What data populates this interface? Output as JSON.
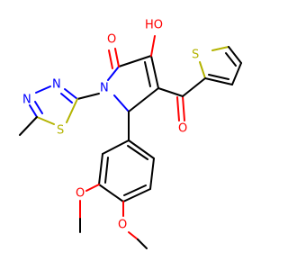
{
  "molecule": {
    "background": "#ffffff",
    "colors": {
      "carbon_bond": "#000000",
      "oxygen": "#ff0000",
      "nitrogen": "#0000ff",
      "sulfur": "#b3b300"
    },
    "atom_labels": {
      "ring_carbonyl_o": "O",
      "hydroxyl": "HO",
      "ketone_o": "O",
      "pyrrole_n": "N",
      "thiadiazole_n1": "N",
      "thiadiazole_n2": "N",
      "thiadiazole_s": "S",
      "thiophene_s": "S",
      "methoxy_o1": "O",
      "methoxy_o2": "O"
    }
  }
}
